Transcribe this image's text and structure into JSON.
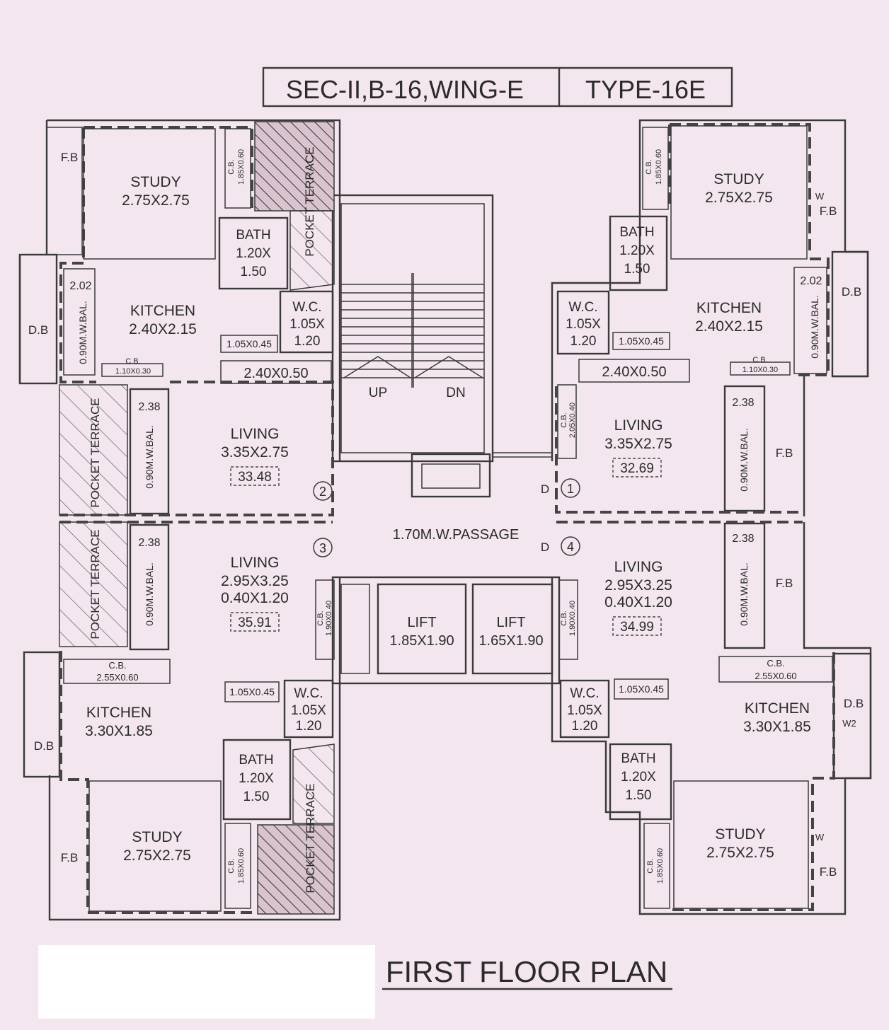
{
  "title": {
    "block": "SEC-II,B-16,WING-E",
    "type": "TYPE-16E"
  },
  "plan_title": "FIRST FLOOR PLAN",
  "common": {
    "passage": "1.70M.W.PASSAGE",
    "stair_up": "UP",
    "stair_dn": "DN",
    "lift1": {
      "name": "LIFT",
      "dim": "1.85X1.90"
    },
    "lift2": {
      "name": "LIFT",
      "dim": "1.65X1.90"
    },
    "door": "D"
  },
  "flats": {
    "f1": {
      "no": "1",
      "study": "STUDY",
      "study_dim": "2.75X2.75",
      "bath": "BATH",
      "bath_dim1": "1.20X",
      "bath_dim2": "1.50",
      "wc": "W.C.",
      "wc_dim1": "1.05X",
      "wc_dim2": "1.20",
      "kitchen": "KITCHEN",
      "kitchen_dim": "2.40X2.15",
      "living": "LIVING",
      "living_dim": "3.35X2.75",
      "area": "32.69",
      "counter": "2.40X0.50",
      "shelf": "1.05X0.45",
      "cb_kitchen": "C.B.",
      "cb_kitchen_dim": "1.10X0.30",
      "cb_study": "C.B.",
      "cb_study_dim": "1.85X0.60",
      "cb_living": "C.B.",
      "cb_living_dim": "2.05X0.40",
      "bal_a": "2.02",
      "bal_a_label": "0.90M.W.BAL.",
      "bal_b": "2.38",
      "bal_b_label": "0.90M.W.BAL.",
      "db": "D.B",
      "fb1": "F.B",
      "fb2": "F.B",
      "w": "W"
    },
    "f2": {
      "no": "2",
      "study": "STUDY",
      "study_dim": "2.75X2.75",
      "bath": "BATH",
      "bath_dim1": "1.20X",
      "bath_dim2": "1.50",
      "wc": "W.C.",
      "wc_dim1": "1.05X",
      "wc_dim2": "1.20",
      "kitchen": "KITCHEN",
      "kitchen_dim": "2.40X2.15",
      "living": "LIVING",
      "living_dim": "3.35X2.75",
      "area": "33.48",
      "counter": "2.40X0.50",
      "shelf": "1.05X0.45",
      "cb_kitchen": "C.B.",
      "cb_kitchen_dim": "1.10X0.30",
      "cb_study": "C.B.",
      "cb_study_dim": "1.85X0.60",
      "bal_a": "2.02",
      "bal_a_label": "0.90M.W.BAL.",
      "bal_b": "2.38",
      "bal_b_label": "0.90M.W.BAL.",
      "terrace1": "POCKET TERRACE",
      "terrace2": "POCKET TERRACE",
      "db": "D.B",
      "fb": "F.B"
    },
    "f3": {
      "no": "3",
      "study": "STUDY",
      "study_dim": "2.75X2.75",
      "bath": "BATH",
      "bath_dim1": "1.20X",
      "bath_dim2": "1.50",
      "wc": "W.C.",
      "wc_dim1": "1.05X",
      "wc_dim2": "1.20",
      "kitchen": "KITCHEN",
      "kitchen_dim": "3.30X1.85",
      "living": "LIVING",
      "living_dim": "2.95X3.25",
      "living_dim2": "0.40X1.20",
      "area": "35.91",
      "shelf": "1.05X0.45",
      "cb_kitchen": "C.B.",
      "cb_kitchen_dim": "2.55X0.60",
      "cb_study": "C.B.",
      "cb_study_dim": "1.85X0.60",
      "cb_living": "C.B.",
      "cb_living_dim": "1.90X0.40",
      "bal_b": "2.38",
      "bal_b_label": "0.90M.W.BAL.",
      "terrace1": "POCKET TERRACE",
      "terrace2": "POCKET TERRACE",
      "db": "D.B",
      "fb": "F.B"
    },
    "f4": {
      "no": "4",
      "study": "STUDY",
      "study_dim": "2.75X2.75",
      "bath": "BATH",
      "bath_dim1": "1.20X",
      "bath_dim2": "1.50",
      "wc": "W.C.",
      "wc_dim1": "1.05X",
      "wc_dim2": "1.20",
      "kitchen": "KITCHEN",
      "kitchen_dim": "3.30X1.85",
      "living": "LIVING",
      "living_dim": "2.95X3.25",
      "living_dim2": "0.40X1.20",
      "area": "34.99",
      "shelf": "1.05X0.45",
      "cb_kitchen": "C.B.",
      "cb_kitchen_dim": "2.55X0.60",
      "cb_study": "C.B.",
      "cb_study_dim": "1.85X0.60",
      "cb_living": "C.B.",
      "cb_living_dim": "1.90X0.40",
      "bal_b": "2.38",
      "bal_b_label": "0.90M.W.BAL.",
      "db": "D.B",
      "w2": "W2",
      "fb1": "F.B",
      "fb2": "F.B",
      "w": "W"
    }
  }
}
